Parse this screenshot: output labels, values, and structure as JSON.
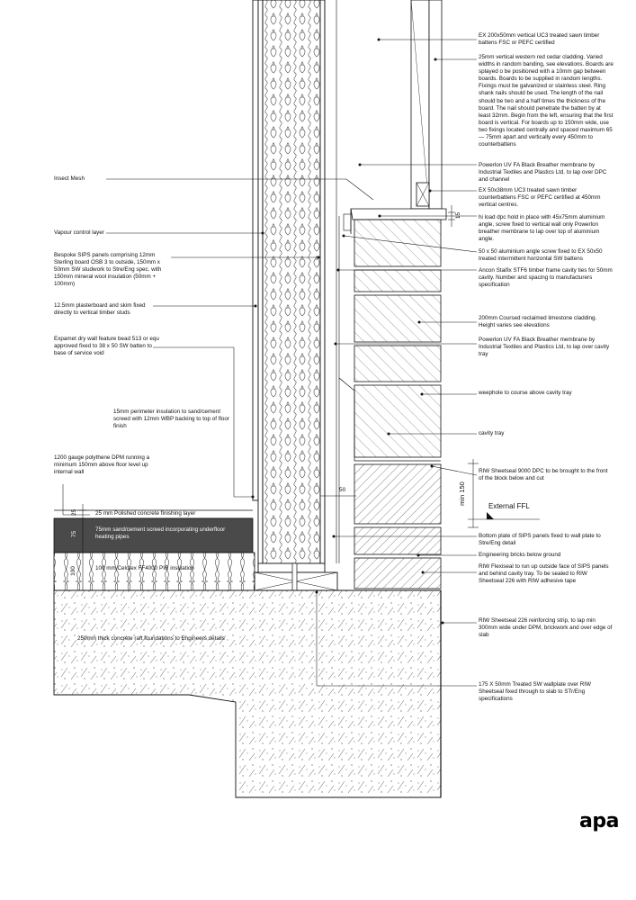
{
  "notes_right": [
    "EX 200x50mm vertical UC3 treated sawn timber battens FSC or PEFC certified",
    "25mm vertical western red cedar cladding. Varied widths in random banding, see elevations. Boards are splayed o be positioned with a 10mm gap between boards. Boards to be supplied in random lengths. Fixings must be galvanized or stainless steel. Ring shank nails should be used. The length of the nail should be two and a half times the thickness of the board. The nail should penetrate the batten by at least 32mm. Begin from the left, ensuring that the first board is vertical. For boards up to 150mm wide, use two fixings located centrally and spaced maximum 65 — 75mm apart and vertically every 450mm to counterbattens",
    "Powerlon UV FA Black Breather membrane by Industrial Textiles and Plastics Ltd. to lap over DPC and channel",
    "EX 50x38mm UC3 treated sawn timber counterbattens FSC or PEFC certified at 450mm vertical centres.",
    "hi load dpc hold in place with 45x75mm aluminium angle, screw fixed to vertical wall only Powerlon breather membrane to lap over top of aluminium angle.",
    "50 x 50 aluminium angle screw fixed to EX 50x50 treated intermittent horizontal SW battens",
    "Ancon Staifix STF6 timber frame cavity ties for 50mm cavity. Number and spacing to manufacturers specification",
    "200mm Coursed reclaimed limestone cladding. Height varies see elevations",
    "Powerlon UV FA Black Breather membrane by Industrial Textiles and Plastics Ltd, to lap over cavity tray",
    "weephole to course above cavity tray",
    "cavity tray",
    "RIW Sheetseal 9000 DPC to be brought to the front of the block below and cut",
    "Bottom plate of SIPS panels fixed to wall plate to Stre/Eng detail",
    "Engineering bricks below ground",
    "RIW Flexiseal to run up outside face of SIPS panels and behind cavity tray. To be sealed to RIW Sheetseal 226 with RIW adhesive tape",
    "RIW Sheetseal 226 reinforcing strip, to lap min 300mm wide under DPM, brickwork and over edge of slab",
    "175 X 50mm Treated SW wallplate over RIW Sheetseal fixed through to slab to STr/Eng specifications"
  ],
  "notes_left": [
    "Insect Mesh",
    "Vapour control layer",
    "Bespoke SIPS panels comprising 12mm Sterling board OSB 3 to outside, 150mm x 50mm SW studwork to Stre/Eng spec. with 150mm mineral wool insulation (50mm + 100mm)",
    "12.5mm plasterboard and skim fixed directly to vertical timber studs",
    "Expamet dry wall feature bead 513 or equ approved fixed to 38 x 50 SW batten to base of service void",
    "15mm perimeter insulation to sand/cement screed with 12mm WBP backing to top of floor finish",
    "1200 gauge polythene DPM running a minimum 150mm above floor level up internal wall"
  ],
  "floor_labels": {
    "finish": "25 mm Polished concrete finishing layer",
    "screed": "75mm sand/cement screed incorporating underfloor heating pipes",
    "insulation": "100 mm Celotex FF4000 PIR insulation",
    "slab": "250mm thick concrete raft foundations to Engineers details"
  },
  "dimensions": {
    "d25": "25",
    "d75": "75",
    "d100": "100",
    "d50": "50",
    "d15": "15",
    "min150": "min 150"
  },
  "external_ffl": "External FFL",
  "logo": "apa"
}
